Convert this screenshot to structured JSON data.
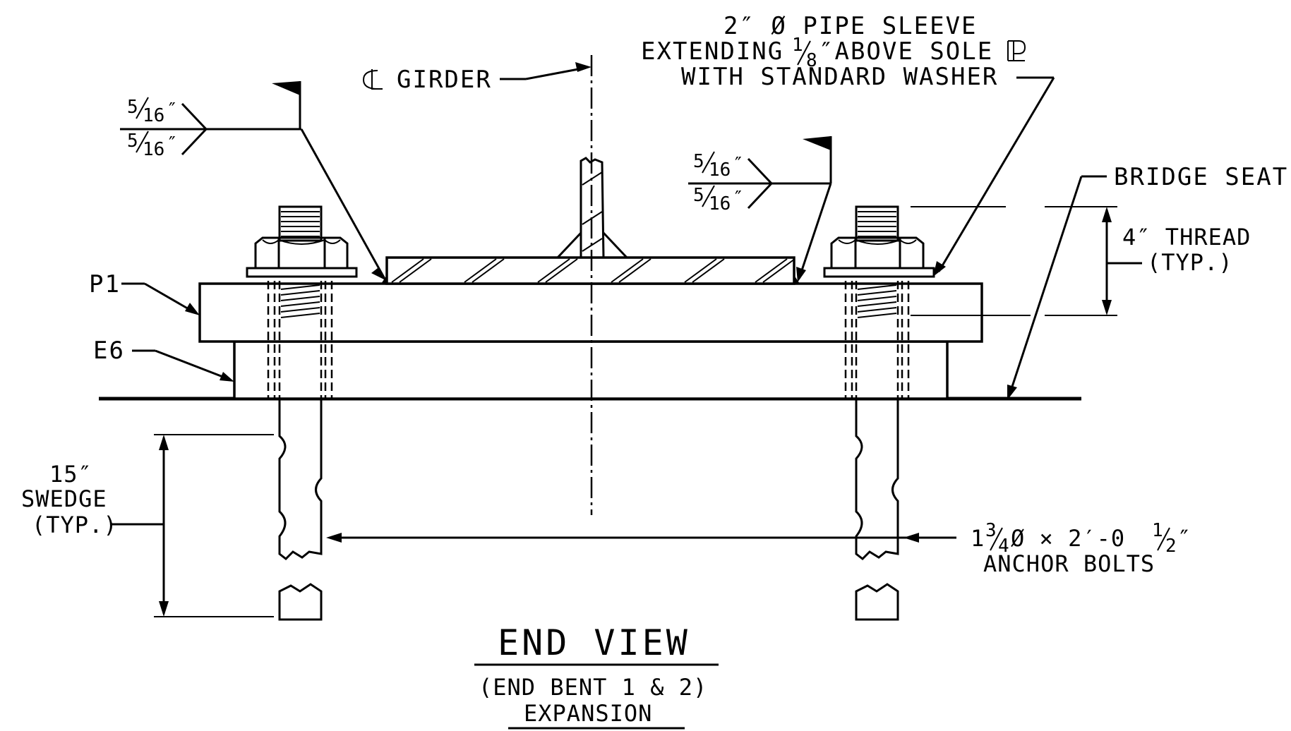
{
  "labels": {
    "cl_girder": "GIRDER",
    "pipe_line1": "2″ Ø PIPE SLEEVE",
    "pipe_line2a": "EXTENDING ",
    "pipe_line2b": "″ABOVE SOLE ",
    "pipe_frac_num": "1",
    "pipe_frac_den": "8",
    "pipe_line3": "WITH STANDARD WASHER",
    "bridge_seat": "BRIDGE SEAT",
    "thread_line1": "4″ THREAD",
    "thread_line2": "(TYP.)",
    "p1": "P1",
    "e6": "E6",
    "swedge_line1": "15″",
    "swedge_line2": "SWEDGE",
    "swedge_line3": "(TYP.)",
    "bolt_line1": "Ø × 2′-0",
    "bolt_whole": "1",
    "bolt_frac_num": "3",
    "bolt_frac_den": "4",
    "bolt_end_num": "1",
    "bolt_end_den": "2",
    "bolt_end_mark": "″",
    "bolt_line2": "ANCHOR BOLTS",
    "weld_num": "5",
    "weld_den": "16",
    "weld_mark": "″"
  },
  "title": {
    "main": "END VIEW",
    "sub": "(END BENT 1 & 2)",
    "sub2": "EXPANSION"
  }
}
